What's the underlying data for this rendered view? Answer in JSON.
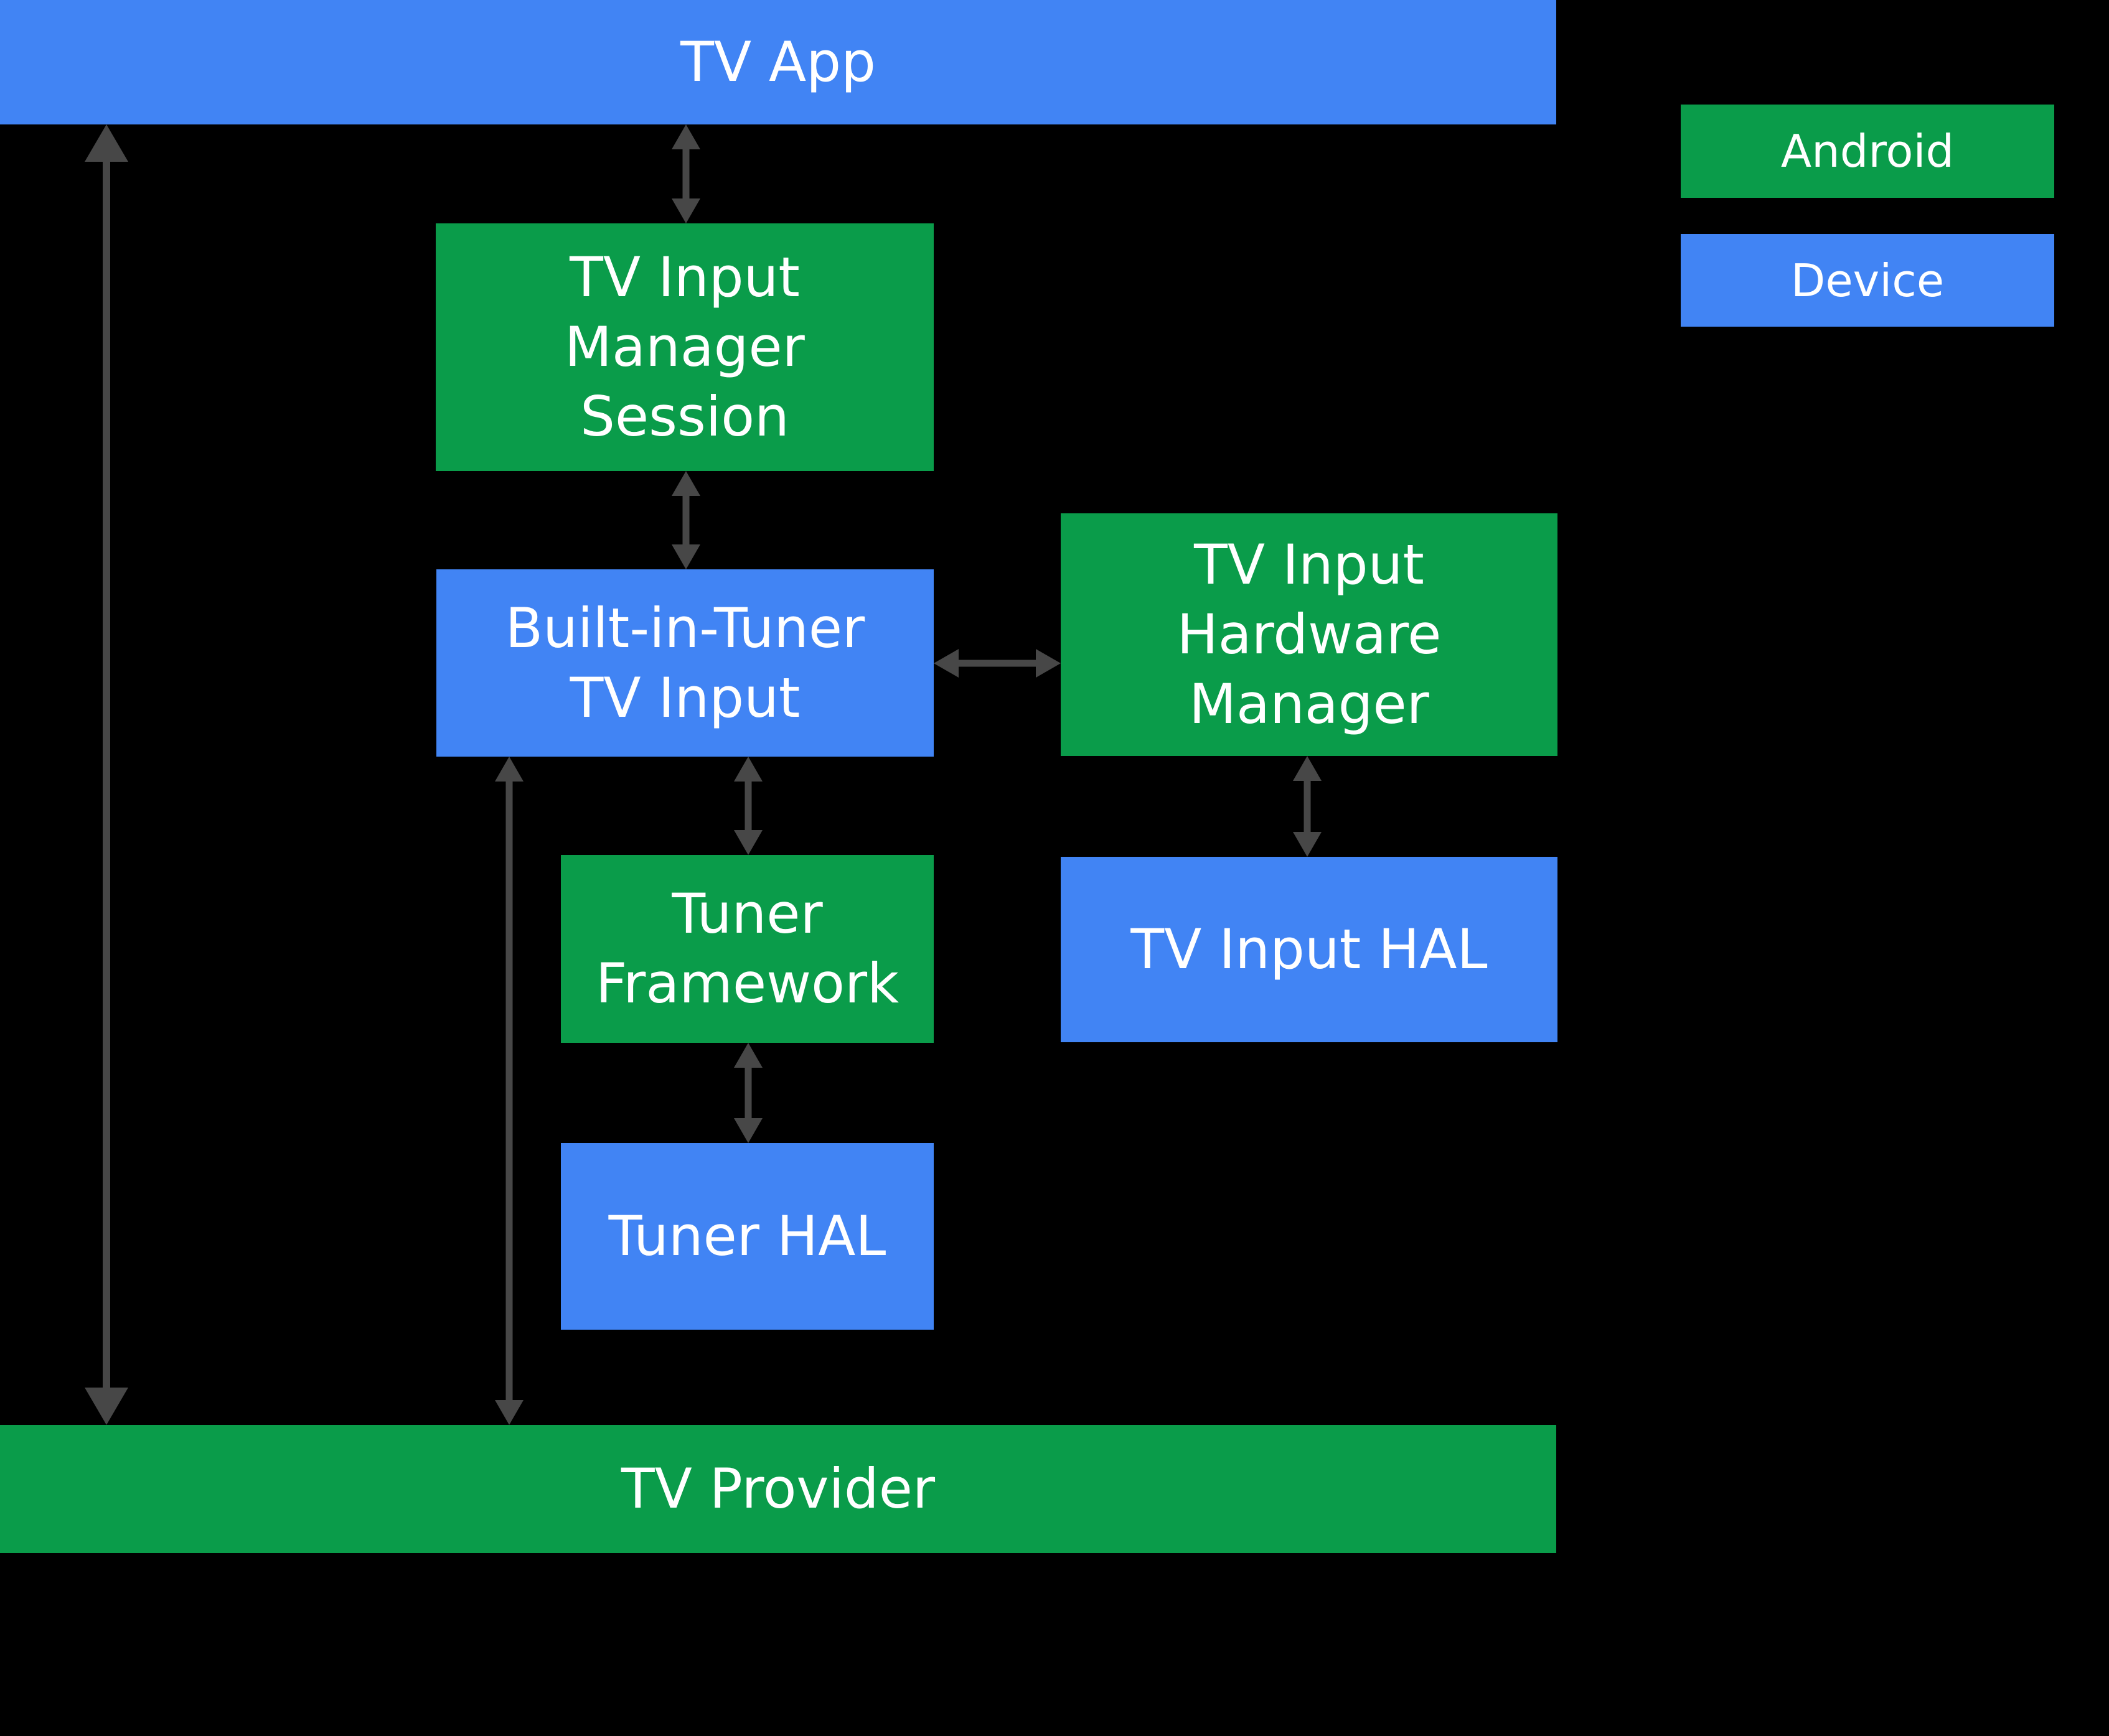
{
  "palette": {
    "android_green": "#0a9c4a",
    "device_blue": "#4184f4",
    "arrow_gray": "#474747",
    "background": "#000000",
    "text_white": "#ffffff"
  },
  "nodes": {
    "tv_app": {
      "label": "TV App",
      "layer": "device"
    },
    "tv_input_manager_session": {
      "label": "TV Input\nManager\nSession",
      "layer": "android"
    },
    "tv_input_hardware_manager": {
      "label": "TV Input\nHardware\nManager",
      "layer": "android"
    },
    "built_in_tuner_tv_input": {
      "label": "Built-in-Tuner\nTV Input",
      "layer": "device"
    },
    "tuner_framework": {
      "label": "Tuner\nFramework",
      "layer": "android"
    },
    "tv_input_hal": {
      "label": "TV Input HAL",
      "layer": "device"
    },
    "tuner_hal": {
      "label": "Tuner HAL",
      "layer": "device"
    },
    "tv_provider": {
      "label": "TV Provider",
      "layer": "android"
    }
  },
  "legend": {
    "android_label": "Android",
    "device_label": "Device"
  },
  "connections": [
    {
      "from": "tv_app",
      "to": "tv_provider",
      "bidirectional": true
    },
    {
      "from": "tv_app",
      "to": "tv_input_manager_session",
      "bidirectional": true
    },
    {
      "from": "tv_input_manager_session",
      "to": "built_in_tuner_tv_input",
      "bidirectional": true
    },
    {
      "from": "built_in_tuner_tv_input",
      "to": "tv_input_hardware_manager",
      "bidirectional": true
    },
    {
      "from": "built_in_tuner_tv_input",
      "to": "tv_provider",
      "bidirectional": true
    },
    {
      "from": "built_in_tuner_tv_input",
      "to": "tuner_framework",
      "bidirectional": true
    },
    {
      "from": "tuner_framework",
      "to": "tuner_hal",
      "bidirectional": true
    },
    {
      "from": "tv_input_hardware_manager",
      "to": "tv_input_hal",
      "bidirectional": true
    }
  ]
}
